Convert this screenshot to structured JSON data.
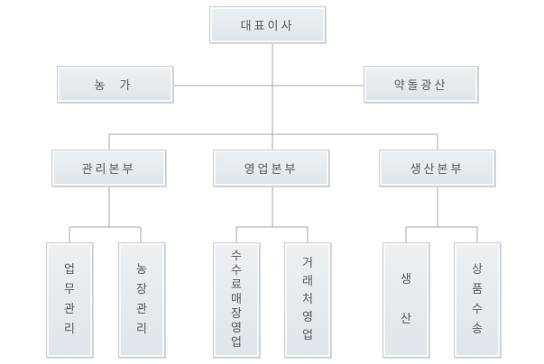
{
  "org": {
    "ceo": "대표이사",
    "left_affiliate": "농 가",
    "right_affiliate": "약돌광산",
    "divisions": [
      {
        "name": "관리본부",
        "teams": [
          "업무관리",
          "농장관리"
        ]
      },
      {
        "name": "영업본부",
        "teams": [
          "수수료매장영업",
          "거래처영업"
        ]
      },
      {
        "name": "생산본부",
        "teams": [
          "생\n\n산",
          "상품수송"
        ]
      }
    ]
  },
  "colors": {
    "box_fill": "#e6eaee",
    "box_border": "#c9cfd4",
    "connector": "#a8a8a8",
    "text": "#5a5a5a"
  }
}
